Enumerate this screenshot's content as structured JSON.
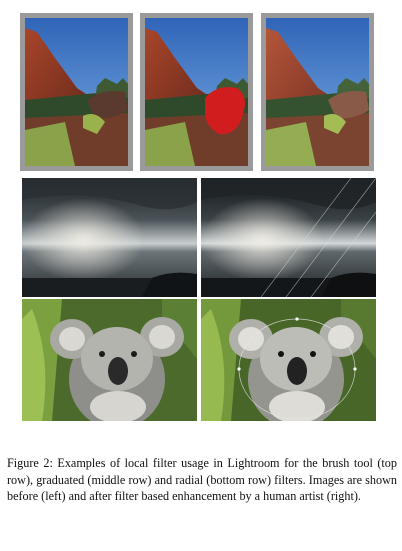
{
  "figure": {
    "caption": "Figure 2: Examples of local filter usage in Lightroom for the brush tool (top row), graduated (middle row) and radial (bottom row) filters. Images are shown before (left) and after filter based enhancement by a human artist (right).",
    "rows": [
      {
        "name": "brush",
        "panels": [
          "before",
          "mask",
          "after"
        ]
      },
      {
        "name": "graduated",
        "panels": [
          "before",
          "after"
        ]
      },
      {
        "name": "radial",
        "panels": [
          "before",
          "after"
        ]
      }
    ]
  }
}
